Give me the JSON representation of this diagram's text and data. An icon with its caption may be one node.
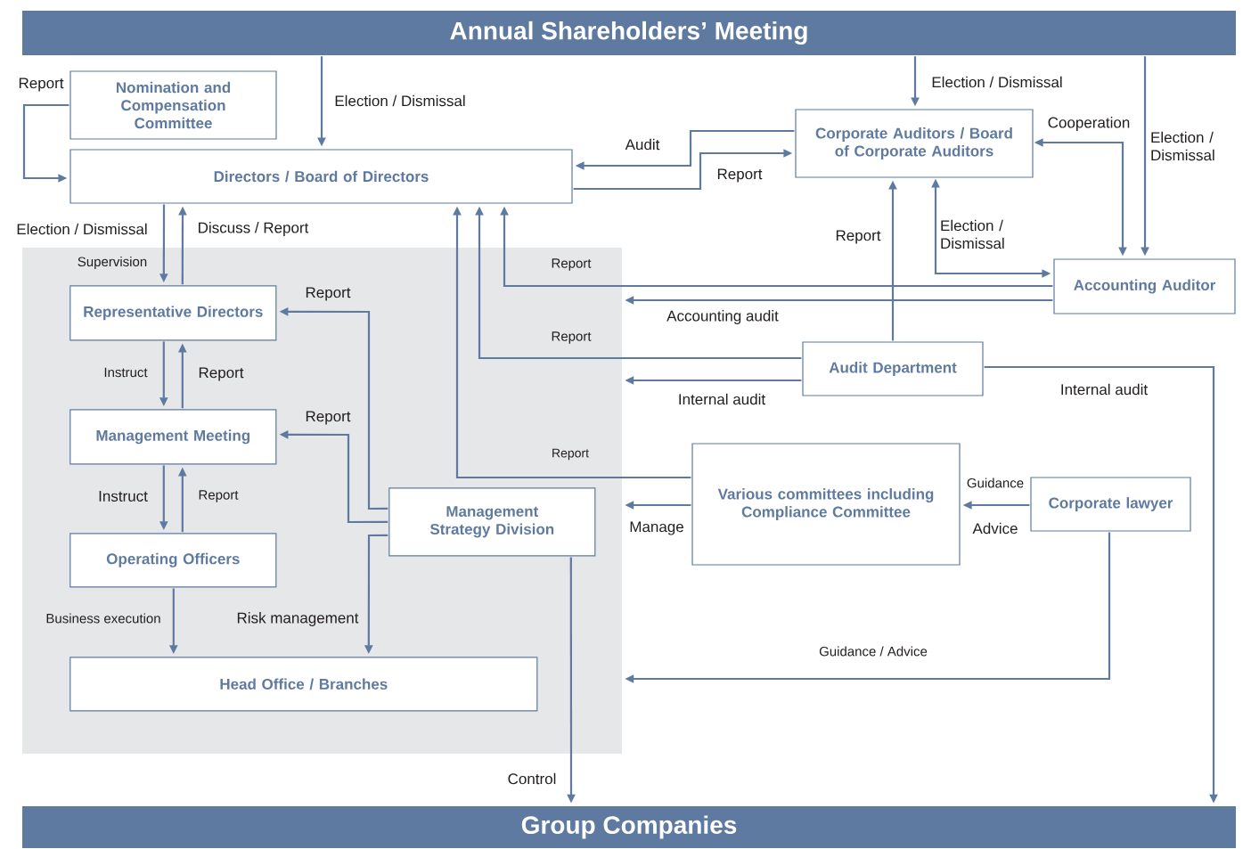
{
  "diagram": {
    "nodes": [
      {
        "text": [
          "Annual Shareholders’ Meeting"
        ]
      },
      {
        "text": [
          "Nomination and Compensation Committee"
        ]
      },
      {
        "text": [
          "Directors / Board of Directors"
        ]
      },
      {
        "text": [
          "Corporate Auditors / Board of Corporate Auditors"
        ]
      },
      {
        "text": [
          "Accounting Auditor"
        ]
      },
      {
        "text": [],
        "shape": "box"
      },
      {
        "text": [
          "Representative Directors"
        ],
        "in": 5
      },
      {
        "text": [
          "Audit Department"
        ]
      },
      {
        "text": [
          "Management Meeting"
        ],
        "in": 5
      },
      {
        "text": [
          "Various committees including Compliance Committee"
        ]
      },
      {
        "text": [
          "Management Strategy Division"
        ],
        "in": 5
      },
      {
        "text": [
          "Corporate lawyer"
        ]
      },
      {
        "text": [
          "Operating Officers"
        ],
        "in": 5
      },
      {
        "text": [
          "Head Office / Branches"
        ],
        "in": 5
      },
      {
        "text": [
          "Group Companies"
        ]
      }
    ],
    "edges": [
      {
        "from": 1,
        "to": 2,
        "arrow": "to",
        "label": "Report"
      },
      {
        "from": 0,
        "to": 2,
        "arrow": "to",
        "label": "Election / Dismissal"
      },
      {
        "from": 0,
        "to": 3,
        "arrow": "to",
        "label": "Election / Dismissal"
      },
      {
        "from": 0,
        "to": 4,
        "arrow": "to",
        "label": "Election / Dismissal"
      },
      {
        "from": 3,
        "to": 2,
        "arrow": "to",
        "label": "Audit"
      },
      {
        "from": 2,
        "to": 3,
        "arrow": "to",
        "label": "Report"
      },
      {
        "from": 3,
        "to": 4,
        "arrow": "both",
        "label": "Cooperation"
      },
      {
        "from": 3,
        "to": 4,
        "arrow": "both",
        "label": "Election / Dismissal"
      },
      {
        "from": 2,
        "to": 6,
        "arrow": "to",
        "label": "Election / Dismissal"
      },
      {
        "from": 6,
        "to": 2,
        "arrow": "to",
        "label": "Discuss / Report"
      },
      {
        "from": 4,
        "to": 2,
        "arrow": "to",
        "label": "Report"
      },
      {
        "from": 4,
        "to": 5,
        "arrow": "to",
        "label": "Accounting audit"
      },
      {
        "from": 10,
        "to": 6,
        "arrow": "to",
        "label": "Report"
      },
      {
        "from": 7,
        "to": 2,
        "arrow": "to",
        "label": "Report"
      },
      {
        "from": 7,
        "to": 3,
        "arrow": "to",
        "label": "Report"
      },
      {
        "from": 7,
        "to": 5,
        "arrow": "to",
        "label": "Internal audit"
      },
      {
        "from": 7,
        "to": 14,
        "arrow": "to",
        "label": "Internal audit"
      },
      {
        "from": 6,
        "to": 8,
        "arrow": "to",
        "label": "Instruct"
      },
      {
        "from": 8,
        "to": 6,
        "arrow": "to",
        "label": "Report"
      },
      {
        "from": 10,
        "to": 8,
        "arrow": "to",
        "label": "Report"
      },
      {
        "from": 9,
        "to": 2,
        "arrow": "to",
        "label": "Report"
      },
      {
        "from": 9,
        "to": 5,
        "arrow": "to",
        "label": "Manage"
      },
      {
        "from": 11,
        "to": 9,
        "arrow": "to",
        "label": "Guidance"
      },
      {
        "from": 8,
        "to": 12,
        "arrow": "to",
        "label": "Instruct"
      },
      {
        "from": 12,
        "to": 8,
        "arrow": "to",
        "label": "Report"
      },
      {
        "from": 10,
        "to": 13,
        "arrow": "to",
        "label": "Risk management"
      },
      {
        "from": 10,
        "to": 14,
        "arrow": "to",
        "label": "Control"
      },
      {
        "from": 11,
        "to": 5,
        "arrow": "to",
        "label": "Guidance / Advice"
      },
      {
        "from": 12,
        "to": 13,
        "arrow": "to",
        "label": "Business execution"
      }
    ],
    "labels": [
      "Supervision",
      "Advice"
    ]
  }
}
